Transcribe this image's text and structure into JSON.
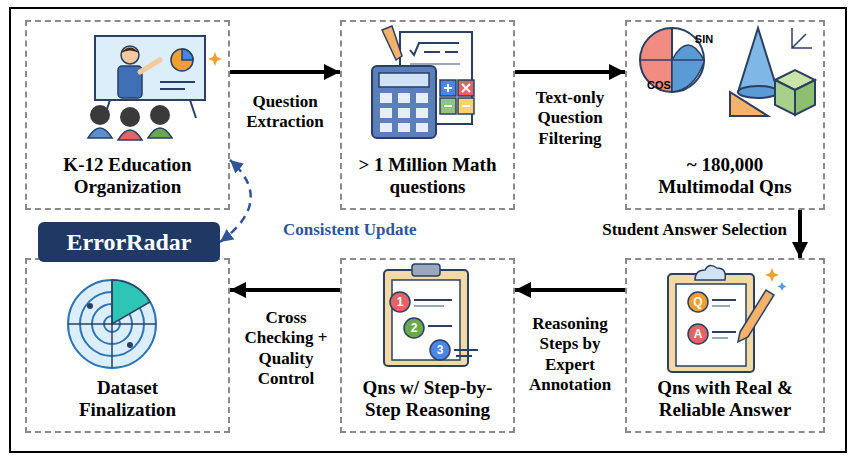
{
  "diagram": {
    "nodes": [
      {
        "text": [
          "K-12 Education Organization"
        ]
      },
      {
        "text": [
          "> 1 Million Math questions"
        ]
      },
      {
        "text": [
          "~ 180,000 Multimodal Qns"
        ]
      },
      {
        "text": [
          "Qns with Real & Reliable Answer"
        ]
      },
      {
        "text": [
          "Qns w/ Step-by-Step Reasoning"
        ]
      },
      {
        "text": [
          "Dataset Finalization"
        ]
      },
      {
        "text": [
          "ErrorRadar"
        ]
      }
    ],
    "edges": [
      {
        "from": 0,
        "to": 1,
        "label": "Question Extraction",
        "arrow": "to"
      },
      {
        "from": 1,
        "to": 2,
        "label": "Text-only Question Filtering",
        "arrow": "to"
      },
      {
        "from": 2,
        "to": 3,
        "label": "Student Answer Selection",
        "arrow": "to"
      },
      {
        "from": 3,
        "to": 4,
        "label": "Reasoning Steps by Expert Annotation",
        "arrow": "to"
      },
      {
        "from": 4,
        "to": 5,
        "label": "Cross Checking + Quality Control",
        "arrow": "to"
      },
      {
        "from": 6,
        "to": 0,
        "label": "Consistent Update",
        "arrow": "both"
      }
    ],
    "labels": [
      "SIN",
      "COS",
      "Q",
      "A",
      "1",
      "2",
      "3"
    ]
  }
}
